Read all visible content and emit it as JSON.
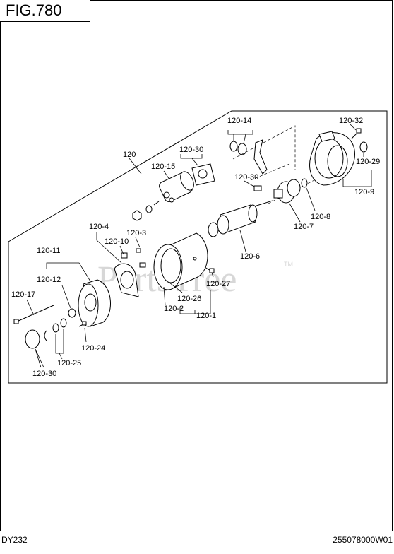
{
  "figure": {
    "title": "FIG.780"
  },
  "watermark": {
    "text": "PartsTree",
    "tm": "TM"
  },
  "footer": {
    "model": "DY232",
    "code": "255078000W01"
  },
  "callouts": {
    "c120": "120",
    "c120_14": "120-14",
    "c120_32": "120-32",
    "c120_30_top": "120-30",
    "c120_15": "120-15",
    "c120_30_mid": "120-30",
    "c120_29": "120-29",
    "c120_9": "120-9",
    "c120_8": "120-8",
    "c120_7": "120-7",
    "c120_4": "120-4",
    "c120_3": "120-3",
    "c120_10": "120-10",
    "c120_6": "120-6",
    "c120_11": "120-11",
    "c120_12": "120-12",
    "c120_27": "120-27",
    "c120_26": "120-26",
    "c120_17": "120-17",
    "c120_2": "120-2",
    "c120_1": "120-1",
    "c120_24": "120-24",
    "c120_25": "120-25",
    "c120_30_bot": "120-30"
  }
}
